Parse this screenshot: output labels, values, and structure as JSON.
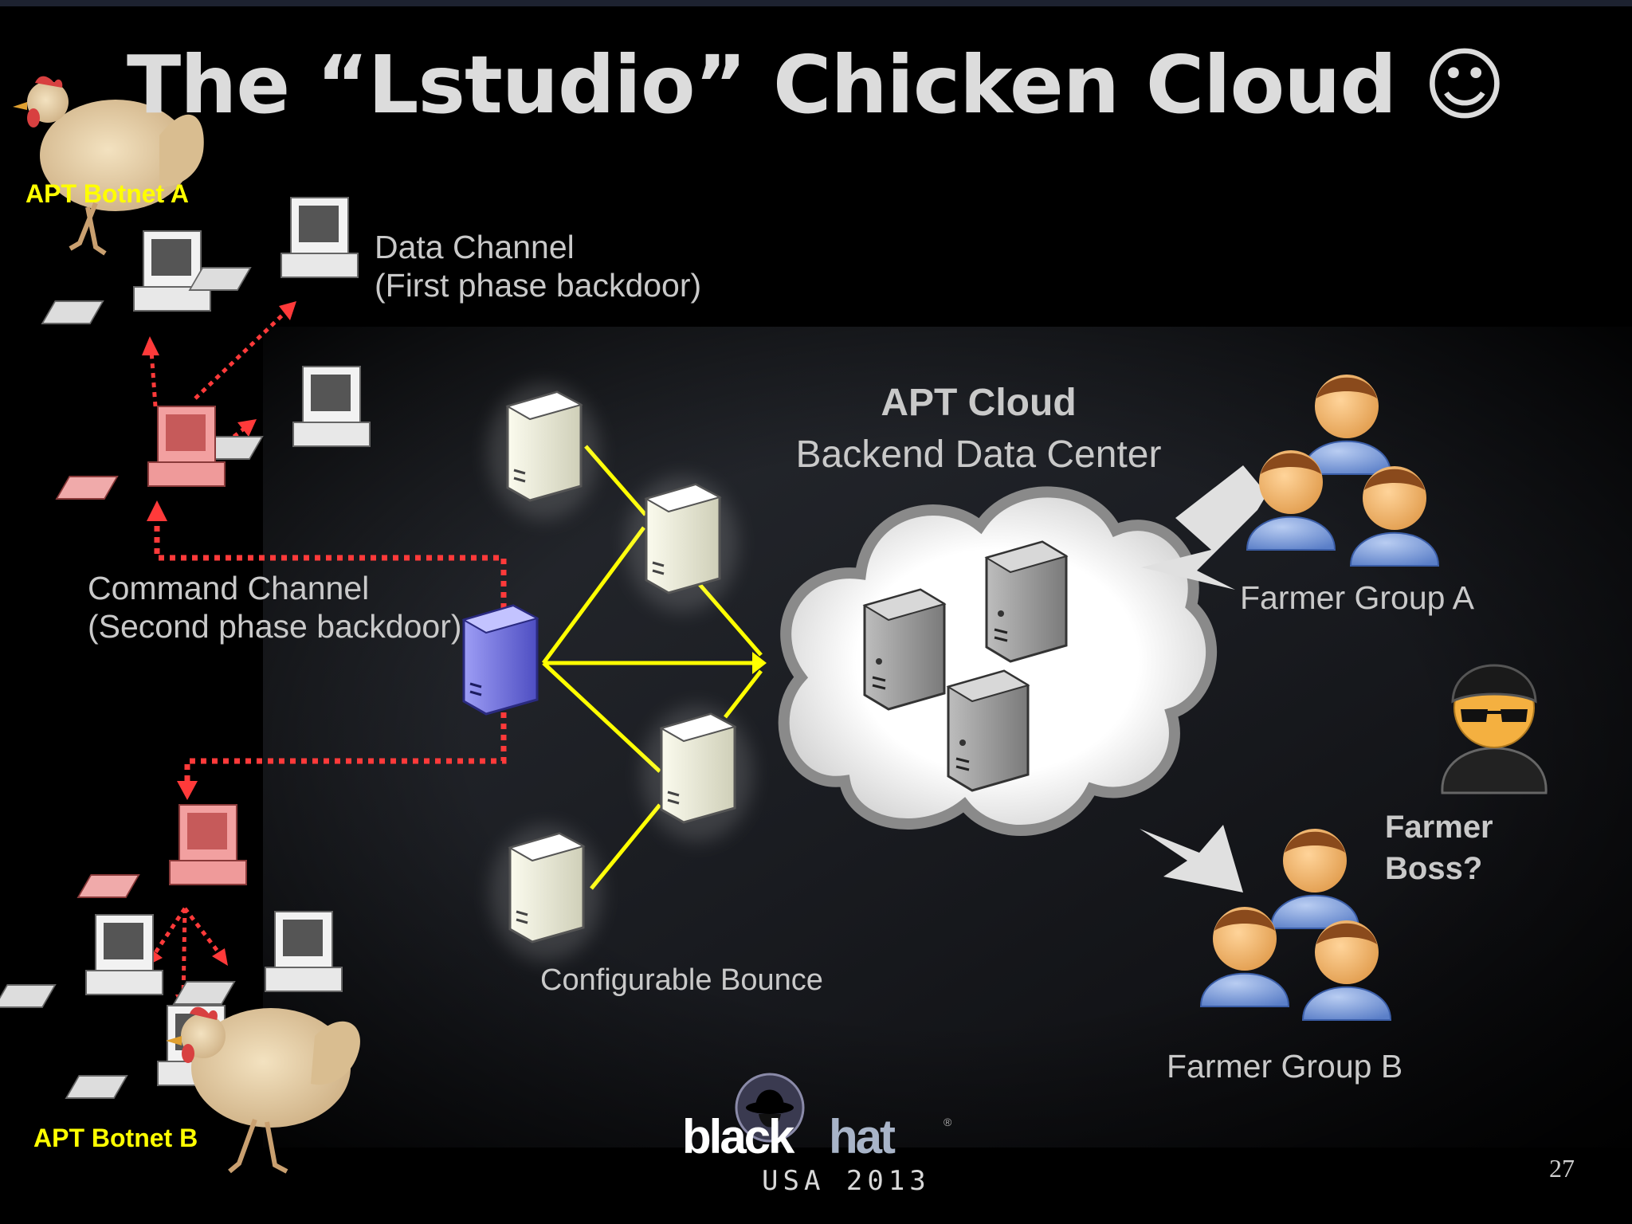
{
  "title": "The “Lstudio” Chicken Cloud ☺",
  "labels": {
    "botnet_a": "APT Botnet A",
    "botnet_b": "APT Botnet B",
    "data_channel_1": "Data Channel",
    "data_channel_2": "(First phase backdoor)",
    "command_channel_1": "Command Channel",
    "command_channel_2": "(Second phase backdoor)",
    "apt_cloud": "APT Cloud",
    "backend": "Backend Data Center",
    "farmer_group_a": "Farmer Group A",
    "farmer_group_b": "Farmer Group B",
    "farmer_boss_1": "Farmer",
    "farmer_boss_2": "Boss?",
    "configurable_bounce": "Configurable Bounce"
  },
  "logo": {
    "word_black": "black",
    "word_hat": "hat",
    "reg": "®",
    "subtitle": "USA 2013"
  },
  "page_number": "27",
  "colors": {
    "background": "#000000",
    "title": "#dcdcdc",
    "label": "#c9c9c9",
    "botnet_label": "#ffff00",
    "command_line": "#ff3a3a",
    "bounce_line": "#ffff00",
    "infected_pc": "#e88a8a",
    "controller_server": "#6a5acd",
    "cloud": "#ffffff",
    "arrow": "#e0e0e0"
  }
}
